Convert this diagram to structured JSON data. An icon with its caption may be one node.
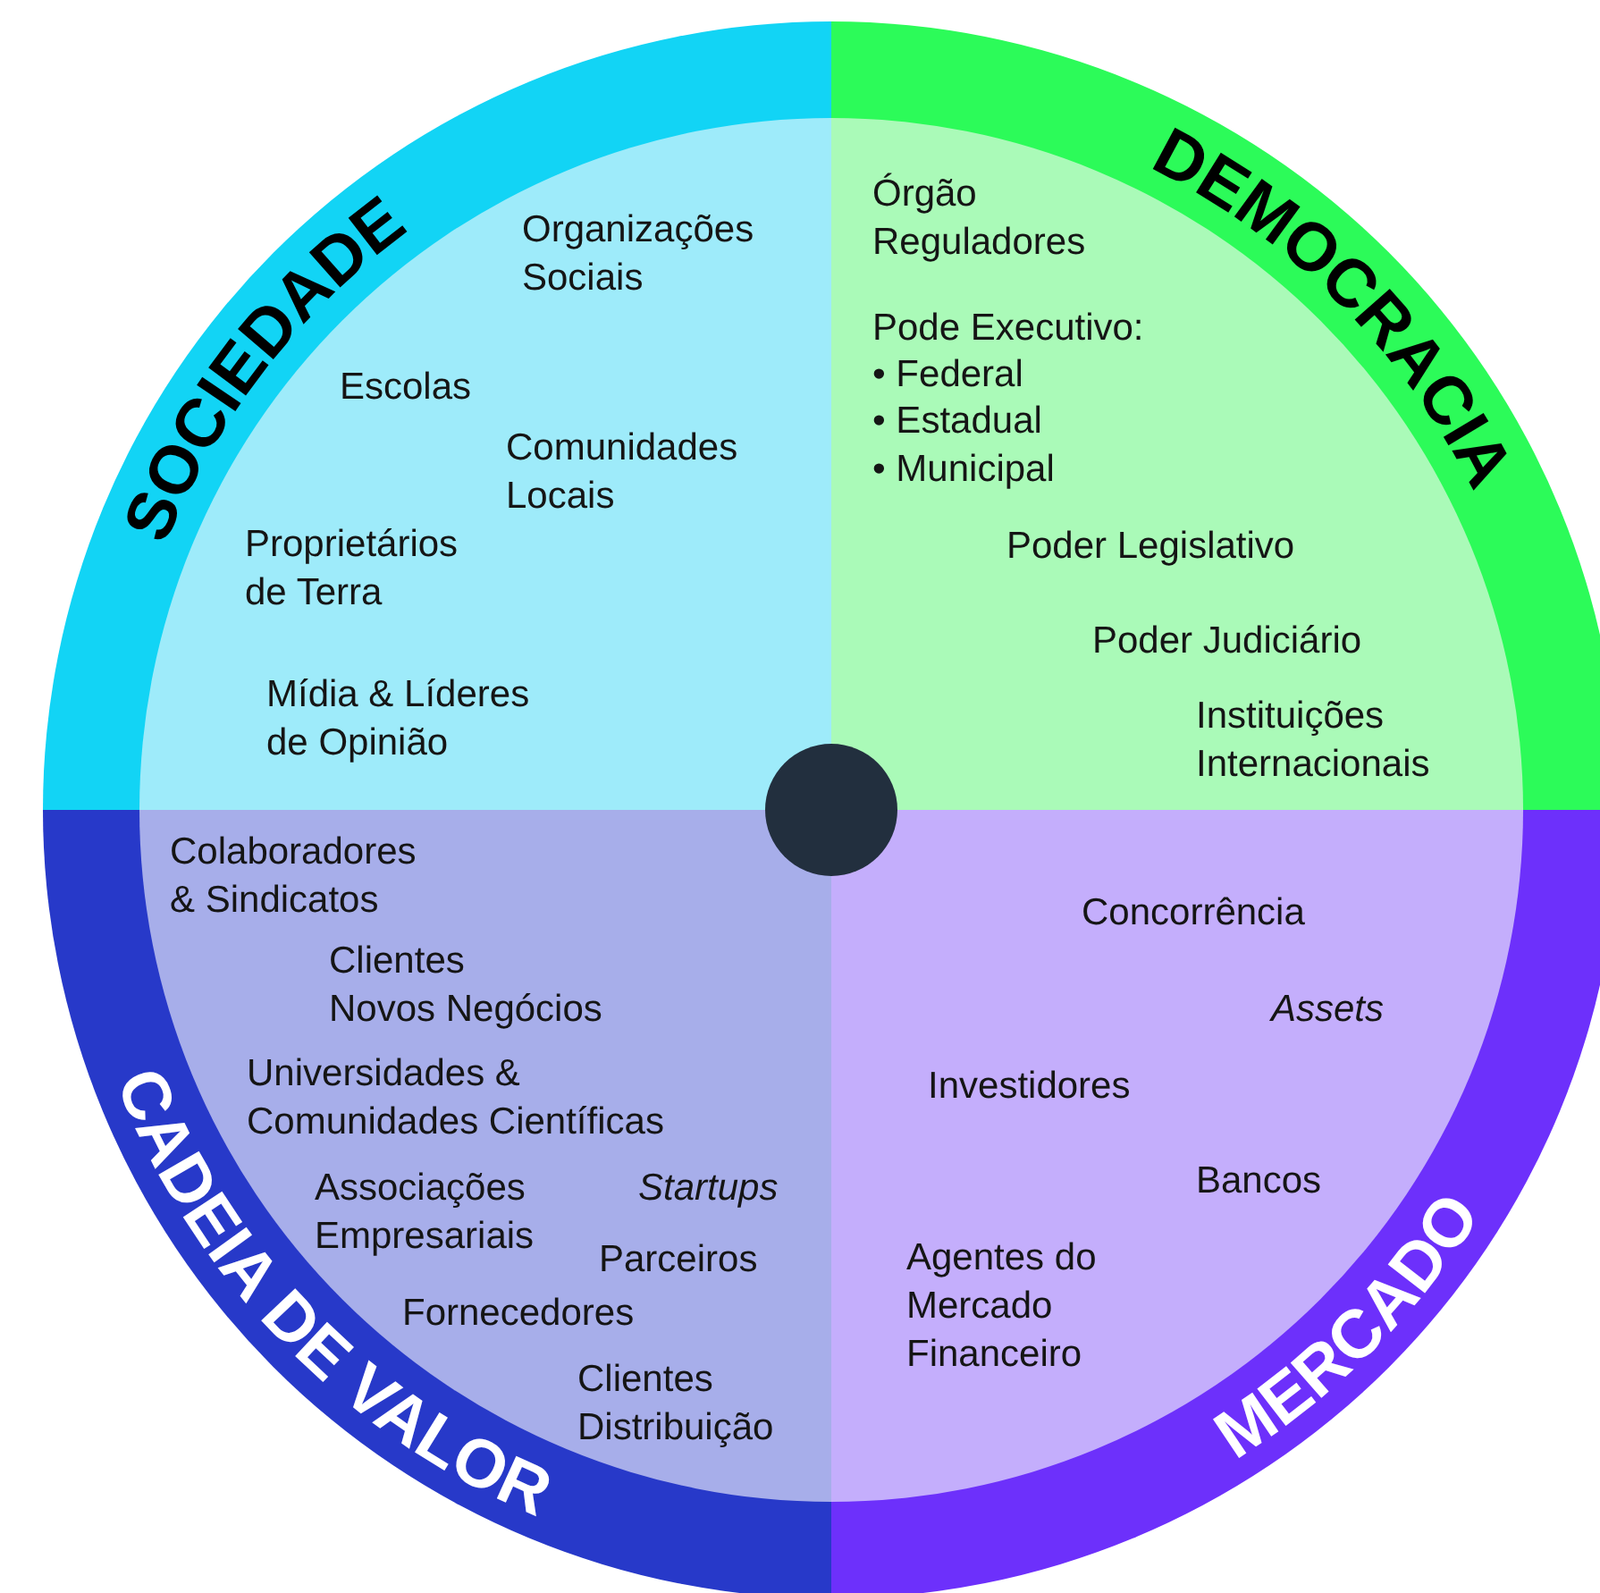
{
  "diagram": {
    "nodes": [
      {
        "text": [
          "SOCIEDADE",
          "Organizações Sociais",
          "Escolas",
          "Comunidades Locais",
          "Proprietários de Terra",
          "Mídia & Líderes de Opinião"
        ]
      },
      {
        "text": [
          "DEMOCRACIA",
          "Órgão Reguladores",
          "Pode Executivo:",
          "• Federal",
          "• Estadual",
          "• Municipal",
          "Poder Legislativo",
          "Poder Judiciário",
          "Instituições Internacionais"
        ]
      },
      {
        "text": [
          "CADEIA DE VALOR",
          "Colaboradores & Sindicatos",
          "Clientes Novos Negócios",
          "Universidades & Comunidades Científicas",
          "Associações Empresariais",
          "Startups",
          "Parceiros",
          "Fornecedores",
          "Clientes Distribuição"
        ]
      },
      {
        "text": [
          "MERCADO",
          "Concorrência",
          "Assets",
          "Investidores",
          "Bancos",
          "Agentes do Mercado Financeiro"
        ]
      },
      {
        "text": [],
        "shape": "circle"
      }
    ]
  }
}
